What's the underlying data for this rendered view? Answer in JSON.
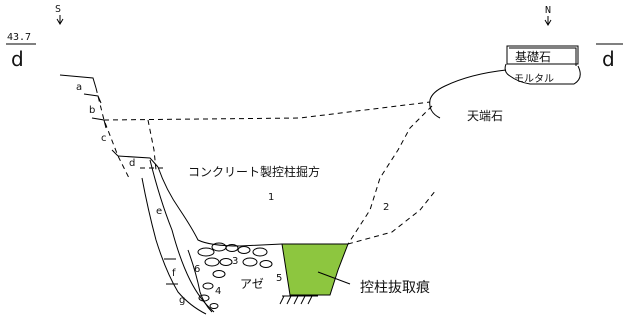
{
  "elevation": "43.7",
  "direction_south": "S",
  "direction_north": "N",
  "datum_left": "d",
  "datum_right": "d",
  "layer_labels": [
    "a",
    "b",
    "c",
    "d",
    "e",
    "f",
    "g"
  ],
  "region_numbers": [
    "1",
    "2",
    "3",
    "4",
    "5",
    "6"
  ],
  "cut_label": "コンクリート製控柱掘方",
  "azebi_label": "アゼ",
  "foundation_label": "基礎石",
  "mortar_label": "モルタル",
  "top_stone_label": "天端石",
  "post_trace_label": "控柱抜取痕",
  "colors": {
    "post_fill": "#8dc63f",
    "line": "#000000"
  }
}
